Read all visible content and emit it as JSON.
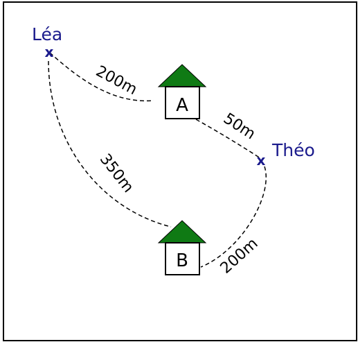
{
  "people": {
    "lea": {
      "name": "Léa",
      "marker": "x",
      "color": "#1a1a8c"
    },
    "theo": {
      "name": "Théo",
      "marker": "x",
      "color": "#1a1a8c"
    }
  },
  "houses": {
    "a": {
      "label": "A",
      "roof_color": "#0f7a14"
    },
    "b": {
      "label": "B",
      "roof_color": "#0f7a14"
    }
  },
  "paths": {
    "lea_to_a": "200m",
    "a_to_theo": "50m",
    "lea_to_b": "350m",
    "b_to_theo": "200m"
  }
}
